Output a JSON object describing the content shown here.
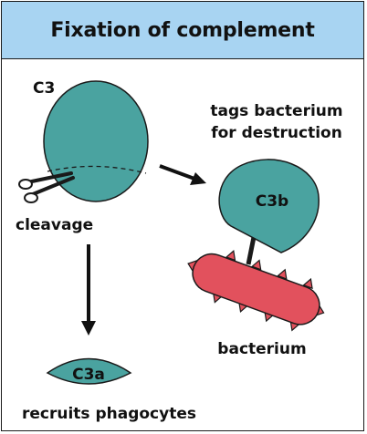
{
  "header": {
    "title": "Fixation of complement"
  },
  "labels": {
    "c3": "C3",
    "cleavage": "cleavage",
    "c3b": "C3b",
    "tags_line1": "tags bacterium",
    "tags_line2": "for destruction",
    "bacterium": "bacterium",
    "c3a": "C3a",
    "recruits": "recruits phagocytes"
  },
  "colors": {
    "header_bg": "#a8d4f2",
    "protein_teal": "#4aa3a0",
    "bacterium_red": "#e2515d",
    "outline": "#1a1a1a"
  },
  "icons": [
    "scissors-icon",
    "arrow-right-icon",
    "arrow-down-icon"
  ]
}
